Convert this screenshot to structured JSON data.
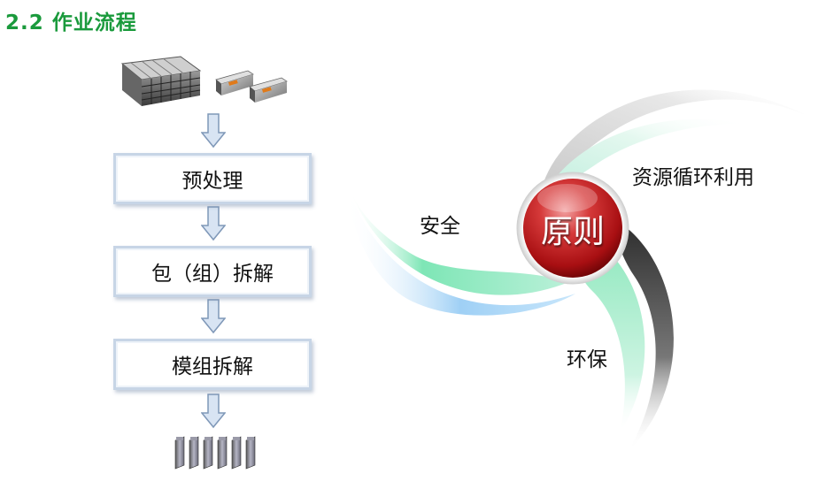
{
  "title": "2.2 作业流程",
  "flow": {
    "steps": [
      "预处理",
      "包（组）拆解",
      "模组拆解"
    ]
  },
  "principles": {
    "center": "原则",
    "items": [
      "资源循环利用",
      "安全",
      "环保"
    ]
  },
  "colors": {
    "title": "#1a9a3c",
    "box_border": "#c7d5e6",
    "arrow_fill": "#d8e4f3",
    "arrow_stroke": "#7f98b8",
    "swirl_green": "#7ee6b6",
    "swirl_blue": "#9fd0f5",
    "center_red": "#c0191c"
  }
}
